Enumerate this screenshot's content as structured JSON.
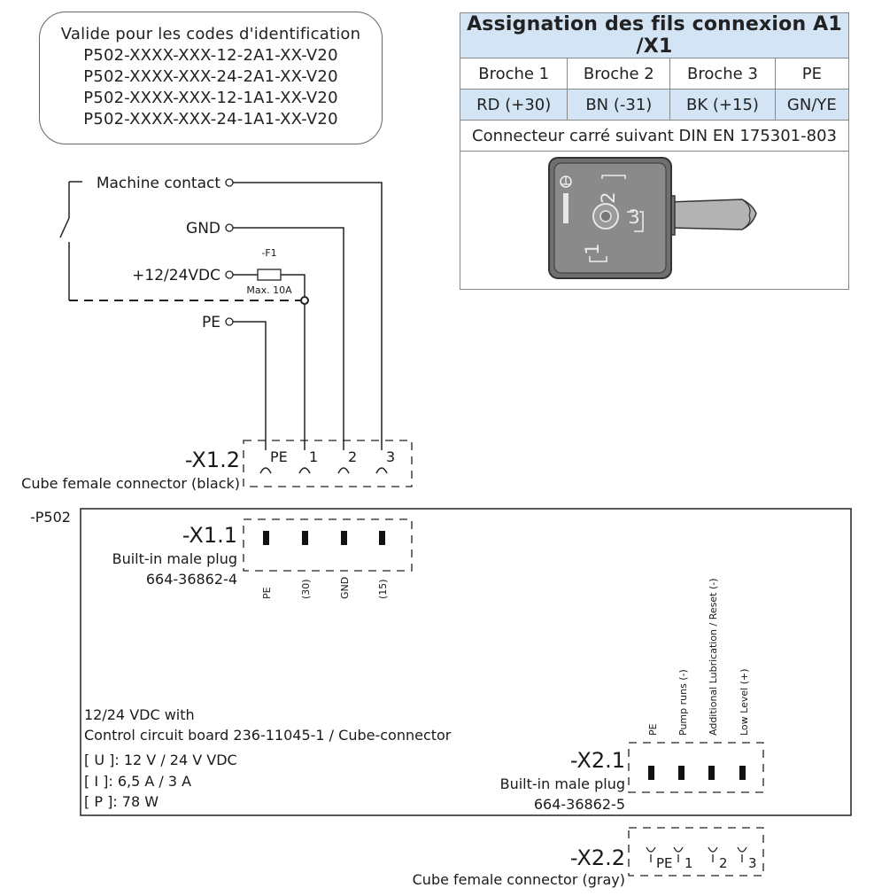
{
  "validity": {
    "heading": "Valide pour les codes d'identification",
    "codes": [
      "P502-XXXX-XXX-12-2A1-XX-V20",
      "P502-XXXX-XXX-24-2A1-XX-V20",
      "P502-XXXX-XXX-12-1A1-XX-V20",
      "P502-XXXX-XXX-24-1A1-XX-V20"
    ]
  },
  "pin_table": {
    "title": "Assignation des fils connexion A1 /X1",
    "pins": [
      "Broche 1",
      "Broche 2",
      "Broche 3",
      "PE"
    ],
    "colors": [
      "RD (+30)",
      "BN (-31)",
      "BK (+15)",
      "GN/YE"
    ],
    "connector_note": "Connecteur carré suivant DIN EN 175301-803",
    "connector_pin_labels": [
      "2",
      "3",
      "1"
    ]
  },
  "wiring": {
    "machine_contact": "Machine contact",
    "gnd": "GND",
    "supply": "+12/24VDC",
    "pe": "PE",
    "fuse_id": "-F1",
    "fuse_rating": "Max. 10A"
  },
  "x12": {
    "id": "-X1.2",
    "desc": "Cube female connector (black)",
    "pins": [
      "PE",
      "1",
      "2",
      "3"
    ]
  },
  "p502": {
    "id": "-P502",
    "x11": {
      "id": "-X1.1",
      "desc": "Built-in male plug",
      "part": "664-36862-4",
      "pins": [
        "PE",
        "(30)",
        "GND",
        "(15)"
      ]
    },
    "specs": {
      "line1": "12/24 VDC with",
      "line2": "Control circuit board 236-11045-1 / Cube-connector",
      "u": "[ U ]: 12 V / 24 V VDC",
      "i": "[ I ]: 6,5 A / 3 A",
      "p": "[ P ]: 78 W"
    },
    "x21": {
      "id": "-X2.1",
      "desc": "Built-in male plug",
      "part": "664-36862-5",
      "pins": [
        "PE",
        "Pump runs (-)",
        "Additional Lubrication / Reset (-)",
        "Low Level (+)"
      ]
    }
  },
  "x22": {
    "id": "-X2.2",
    "desc": "Cube female connector (gray)",
    "pins": [
      "PE",
      "1",
      "2",
      "3"
    ]
  }
}
